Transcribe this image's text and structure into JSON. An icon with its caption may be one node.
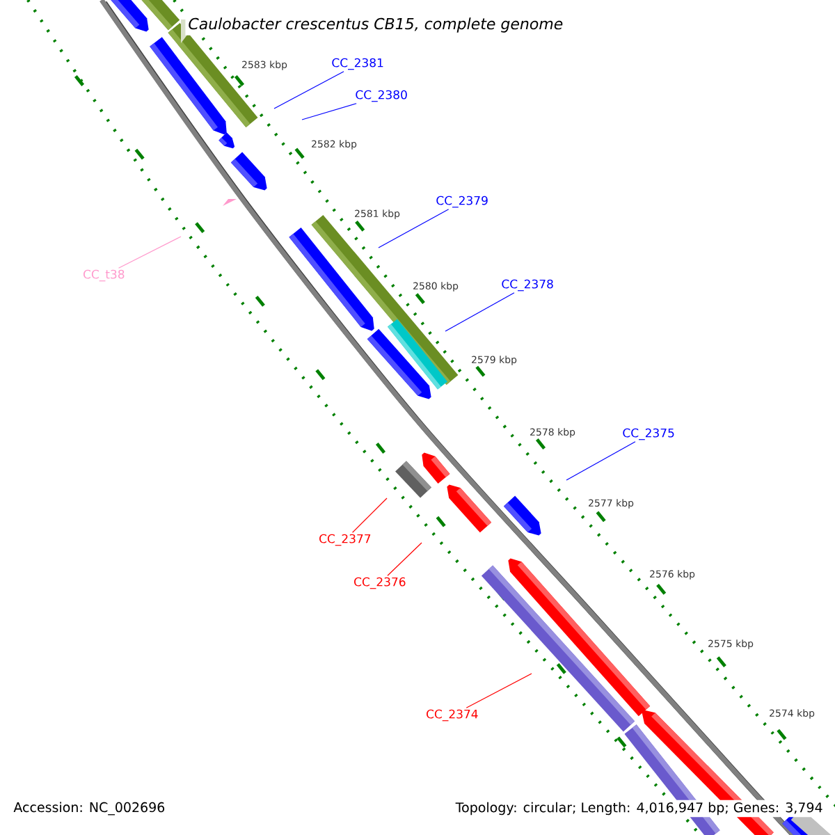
{
  "diagram": {
    "title": "*Caulobacter crescentus* *CB15, complete genome*",
    "nodes": [
      {
        "text": [
          "CC_2381"
        ]
      },
      {
        "text": [
          "CC_2380"
        ]
      },
      {
        "text": [
          "CC_2379"
        ]
      },
      {
        "text": [
          "CC_t38"
        ]
      },
      {
        "text": [
          "CC_2378"
        ]
      },
      {
        "text": [
          "CC_2375"
        ]
      },
      {
        "text": [
          "CC_2377"
        ]
      },
      {
        "text": [
          "CC_2376"
        ]
      },
      {
        "text": [
          "CC_2374"
        ]
      }
    ],
    "edges": [
      {
        "from": 0,
        "to": null,
        "arrow": "none"
      },
      {
        "from": 1,
        "to": null,
        "arrow": "none"
      },
      {
        "from": 2,
        "to": null,
        "arrow": "none"
      },
      {
        "from": 3,
        "to": null,
        "arrow": "none",
        "color": "#ff99cc"
      },
      {
        "from": 4,
        "to": null,
        "arrow": "none"
      },
      {
        "from": 5,
        "to": null,
        "arrow": "none"
      },
      {
        "from": 6,
        "to": null,
        "arrow": "none",
        "color": "#ff0000"
      },
      {
        "from": 7,
        "to": null,
        "arrow": "none",
        "color": "#ff0000"
      },
      {
        "from": 8,
        "to": null,
        "arrow": "none",
        "color": "#ff0000"
      }
    ],
    "labels": [
      "2583 kbp",
      "2582 kbp",
      "2581 kbp",
      "2580 kbp",
      "2579 kbp",
      "2578 kbp",
      "2577 kbp",
      "2576 kbp",
      "2575 kbp",
      "2574 kbp",
      "Accession: NC_002696",
      "Topology: circular; Length: 4,016,947 bp; Genes: 3,794"
    ]
  }
}
